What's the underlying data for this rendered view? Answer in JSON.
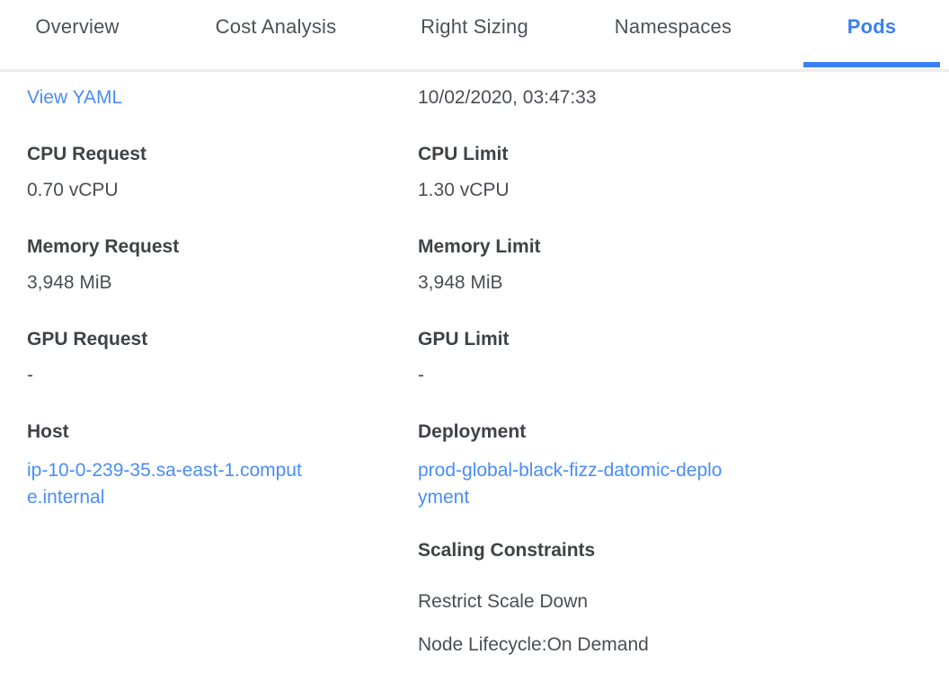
{
  "tab_bar": {
    "tabs": [
      {
        "label": "Overview",
        "active": false
      },
      {
        "label": "Cost Analysis",
        "active": false
      },
      {
        "label": "Right Sizing",
        "active": false
      },
      {
        "label": "Namespaces",
        "active": false
      },
      {
        "label": "Pods",
        "active": true
      }
    ]
  },
  "pod_details": {
    "view_yaml": "View YAML",
    "start_time": "10/02/2020, 03:47:33",
    "cpu_request": {
      "label": "CPU Request",
      "value": "0.70 vCPU"
    },
    "cpu_limit": {
      "label": "CPU Limit",
      "value": "1.30 vCPU"
    },
    "memory_request": {
      "label": "Memory Request",
      "value": "3,948 MiB"
    },
    "memory_limit": {
      "label": "Memory Limit",
      "value": "3,948 MiB"
    },
    "gpu_request": {
      "label": "GPU Request",
      "value": "-"
    },
    "gpu_limit": {
      "label": "GPU Limit",
      "value": "-"
    },
    "host": {
      "label": "Host",
      "value": "ip-10-0-239-35.sa-east-1.compute.internal"
    },
    "deployment": {
      "label": "Deployment",
      "value": "prod-global-black-fizz-datomic-deployment"
    },
    "scaling_constraints": {
      "label": "Scaling Constraints",
      "items": [
        "Restrict Scale Down",
        "Node Lifecycle:On Demand"
      ]
    }
  },
  "colors": {
    "accent": "#3b7ff2",
    "link": "#4a8df6",
    "heading_text": "#3f4246",
    "body_text": "#4b4e53",
    "tab_text": "#4d5156",
    "divider": "#ededed"
  }
}
